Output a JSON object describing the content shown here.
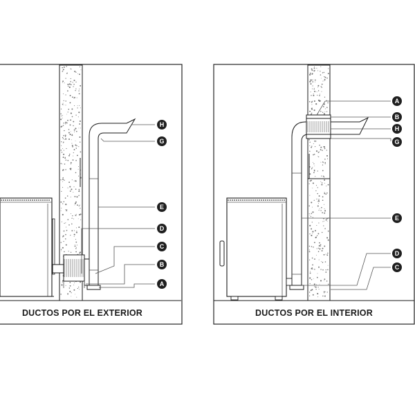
{
  "panels": {
    "exterior": {
      "caption": "DUCTOS POR EL EXTERIOR",
      "callouts": [
        "H",
        "G",
        "E",
        "D",
        "C",
        "B",
        "A"
      ]
    },
    "interior": {
      "caption": "DUCTOS POR EL INTERIOR",
      "callouts": [
        "A",
        "B",
        "H",
        "G",
        "E",
        "D",
        "C"
      ]
    }
  },
  "colors": {
    "line": "#1a1a1a",
    "badge": "#1f1f1f",
    "badge_text": "#ffffff",
    "wall_fill": "#ffffff",
    "speckle": "#777777"
  }
}
